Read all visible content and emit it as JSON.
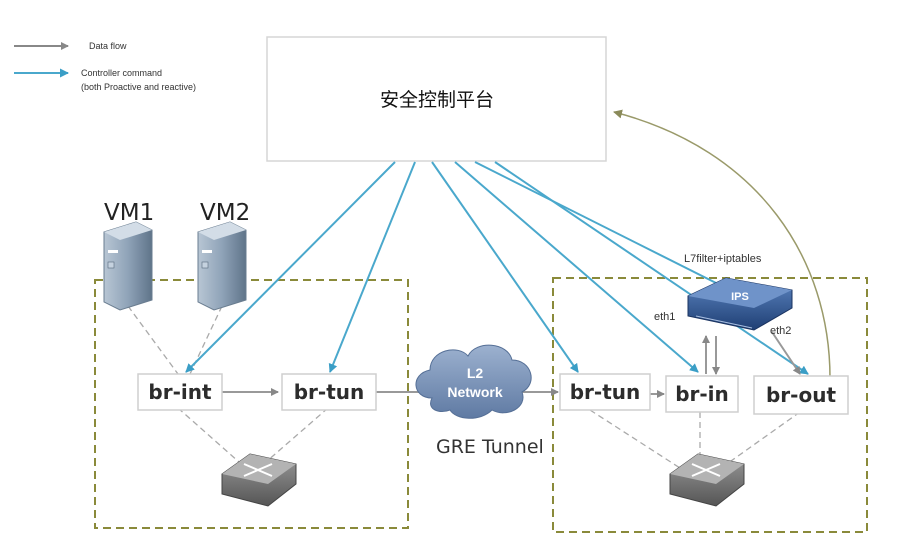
{
  "legend": {
    "data_flow": "Data flow",
    "controller_line1": "Controller command",
    "controller_line2": "(both Proactive and reactive)"
  },
  "platform": {
    "title": "安全控制平台"
  },
  "vms": {
    "vm1": "VM1",
    "vm2": "VM2"
  },
  "left_host": {
    "br_int": "br-int",
    "br_tun": "br-tun"
  },
  "network": {
    "line1": "L2",
    "line2": "Network",
    "tunnel": "GRE Tunnel"
  },
  "right_host": {
    "br_tun": "br-tun",
    "br_in": "br-in",
    "br_out": "br-out",
    "ips_label": "IPS",
    "ips_caption": "L7filter+iptables",
    "eth1": "eth1",
    "eth2": "eth2"
  },
  "colors": {
    "controller_line": "#4aa8cc",
    "data_flow": "#888888",
    "host_border": "#8a8a3a",
    "cloud": "#7f97ba",
    "ips": "#345c9a"
  }
}
